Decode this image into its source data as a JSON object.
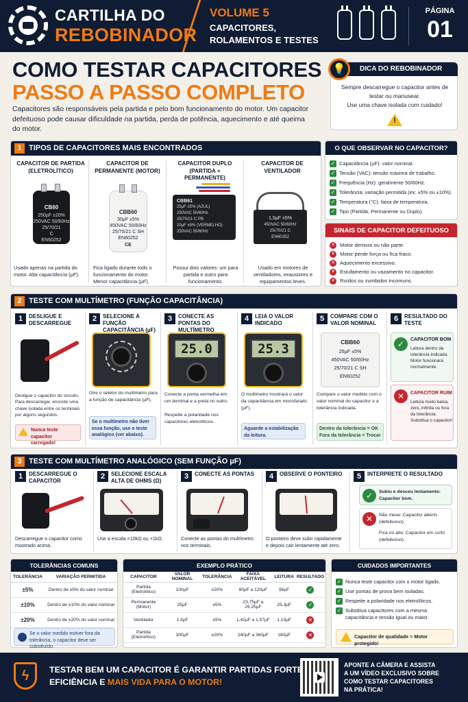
{
  "header": {
    "brand_line1": "CARTILHA DO",
    "brand_line2": "REBOBINADOR",
    "volume": "VOLUME 5",
    "subject_line1": "CAPACITORES,",
    "subject_line2": "ROLAMENTOS E TESTES",
    "page_label": "PÁGINA",
    "page_number": "01"
  },
  "title": {
    "line1": "COMO TESTAR CAPACITORES",
    "line2": "PASSO A PASSO COMPLETO"
  },
  "intro": "Capacitores são responsáveis pela partida e pelo bom funcionamento do motor. Um capacitor defeituoso pode causar dificuldade na partida, perda de potência, aquecimento e até queima do motor.",
  "tip": {
    "title": "DICA DO REBOBINADOR",
    "text1": "Sempre descarregue o capacitor antes de testar ou manusear.",
    "text2": "Use uma chave isolada com cuidado!"
  },
  "section1": {
    "num": "1",
    "title": "TIPOS DE CAPACITORES MAIS ENCONTRADOS",
    "columns": [
      {
        "title": "CAPACITOR DE PARTIDA (ELETROLÍTICO)",
        "label": [
          "CB60",
          "250µF ±20%",
          "250VAC 50/60Hz",
          "25/70/21",
          "C",
          "EN60252"
        ],
        "desc": "Usado apenas na partida do motor. Alta capacitância (µF)."
      },
      {
        "title": "CAPACITOR DE PERMANENTE (MOTOR)",
        "label": [
          "CBB60",
          "30µF ±5%",
          "450VAC 50/60Hz",
          "25/70/21 C SH",
          "EN60252",
          "CE"
        ],
        "desc": "Fica ligado durante todo o funcionamento do motor. Menor capacitância (µF)."
      },
      {
        "title": "CAPACITOR DUPLO (PARTIDA + PERMANENTE)",
        "label": [
          "CBB61",
          "25µF ±5% (AZUL)",
          "250VAC 50/60Hz",
          "25/70/21 C PB",
          "20µF ±5% (VERMELHO)",
          "250VAC 50/60Hz"
        ],
        "desc": "Possui dois valores: um para partida e outro para funcionamento."
      },
      {
        "title": "CAPACITOR DE VENTILADOR",
        "label": [
          "1,5µF ±5%",
          "450VAC 50/60Hz",
          "25/70/21 C",
          "EN60252"
        ],
        "desc": "Usado em motores de ventiladores, exaustores e equipamentos leves."
      }
    ]
  },
  "observe": {
    "title": "O QUE OBSERVAR NO CAPACITOR?",
    "items": [
      "Capacitância (µF): valor nominal.",
      "Tensão (VAC): tensão máxima de trabalho.",
      "Frequência (Hz): geralmente 50/60Hz.",
      "Tolerância: variação permitida (ex: ±5% ou ±10%).",
      "Temperatura (°C): faixa de temperatura.",
      "Tipo (Partida, Permanente ou Duplo)."
    ]
  },
  "signs": {
    "title": "SINAIS DE CAPACITOR DEFEITUOSO",
    "items": [
      "Motor demora ou não parte.",
      "Motor perde força ou fica fraco.",
      "Aquecimento excessivo.",
      "Estufamento ou vazamento no capacitor.",
      "Ruídos ou zumbidos incomuns."
    ]
  },
  "section2": {
    "num": "2",
    "title": "TESTE COM MULTÍMETRO (FUNÇÃO CAPACITÂNCIA)",
    "steps": [
      {
        "n": "1",
        "title": "DESLIGUE E DESCARREGUE",
        "desc": "Desligue o capacitor do circuito. Para descarregar, encoste uma chave isolada entre os terminais por alguns segundos.",
        "note": "Nunca teste capacitor carregado!"
      },
      {
        "n": "2",
        "title": "SELECIONE A FUNÇÃO CAPACITÂNCIA (µF)",
        "desc": "Gire o seletor do multímetro para a função de capacitância (µF).",
        "note": "Se o multímetro não tiver essa função, use o teste analógico (ver abaixo)."
      },
      {
        "n": "3",
        "title": "CONECTE AS PONTAS DO MULTÍMETRO",
        "desc": "Conecte a ponta vermelha em um terminal e a preta no outro.",
        "desc2": "Respeite a polaridade nos capacitores eletrolíticos.",
        "display": "25.0"
      },
      {
        "n": "4",
        "title": "LEIA O VALOR INDICADO",
        "desc": "O multímetro mostrará o valor da capacitância em microfarads (µF).",
        "note": "Aguarde a estabilização da leitura.",
        "display": "25.3"
      },
      {
        "n": "5",
        "title": "COMPARE COM O VALOR NOMINAL",
        "desc": "Compare o valor medido com o valor nominal do capacitor e a tolerância indicada.",
        "label": [
          "CBB60",
          "25µF ±5%",
          "450VAC 50/60Hz",
          "25/70/21 C SH",
          "EN60252"
        ],
        "note1": "Dentro da tolerância = OK",
        "note2": "Fora da tolerância = Trocar"
      },
      {
        "n": "6",
        "title": "RESULTADO DO TESTE",
        "good_title": "CAPACITOR BOM",
        "good_desc": "Leitura dentro da tolerância indicada. Motor funcionará normalmente.",
        "bad_title": "CAPACITOR RUIM",
        "bad_desc": "Leitura muito baixa, zero, infinita ou fora da tolerância. Substitua o capacitor!"
      }
    ]
  },
  "section3": {
    "num": "3",
    "title": "TESTE COM MULTÍMETRO ANALÓGICO (SEM FUNÇÃO µF)",
    "steps": [
      {
        "n": "1",
        "title": "DESCARREGUE O CAPACITOR",
        "desc": "Descarregue o capacitor como mostrado acima."
      },
      {
        "n": "2",
        "title": "SELECIONE ESCALA ALTA DE OHMS (Ω)",
        "desc": "Use a escala ×10kΩ ou ×1kΩ."
      },
      {
        "n": "3",
        "title": "CONECTE AS PONTAS",
        "desc": "Conecte as pontas do multímetro nos terminais."
      },
      {
        "n": "4",
        "title": "OBSERVE O PONTEIRO",
        "desc": "O ponteiro deve subir rapidamente e depois cair lentamente até zero."
      },
      {
        "n": "5",
        "title": "INTERPRETE O RESULTADO",
        "r1": "Subiu e desceu lentamente: Capacitor bom.",
        "r2a": "Não mexe: Capacitor aberto (defeituoso).",
        "r2b": "Fica no alto: Capacitor em curto (defeituoso)."
      }
    ]
  },
  "tolerances": {
    "title": "TOLERÂNCIAS COMUNS",
    "headers": [
      "TOLERÂNCIA",
      "VARIAÇÃO PERMITIDA"
    ],
    "rows": [
      [
        "±5%",
        "Dentro de ±5% do valor nominal"
      ],
      [
        "±10%",
        "Dentro de ±10% do valor nominal"
      ],
      [
        "±20%",
        "Dentro de ±20% do valor nominal"
      ]
    ],
    "note": "Se o valor medido estiver fora da tolerância, o capacitor deve ser substituído."
  },
  "example": {
    "title": "EXEMPLO PRÁTICO",
    "headers": [
      "CAPACITOR",
      "VALOR NOMINAL",
      "TOLERÂNCIA",
      "FAIXA ACEITÁVEL",
      "LEITURA",
      "RESULTADO"
    ],
    "rows": [
      [
        "Partida (Eletrolítico)",
        "100µF",
        "±20%",
        "80µF a 120µF",
        "96µF",
        "ok"
      ],
      [
        "Permanente (Motor)",
        "25µF",
        "±5%",
        "23,75µF a 26,25µF",
        "25,3µF",
        "ok"
      ],
      [
        "Ventilador",
        "1,5µF",
        "±5%",
        "1,42µF a 1,57µF",
        "1,10µF",
        "bad"
      ],
      [
        "Partida (Eletrolítico)",
        "300µF",
        "±20%",
        "240µF a 360µF",
        "180µF",
        "bad"
      ]
    ]
  },
  "care": {
    "title": "CUIDADOS IMPORTANTES",
    "items": [
      "Nunca teste capacitor com o motor ligado.",
      "Use pontas de prova bem isoladas.",
      "Respeite a polaridade nos eletrolíticos.",
      "Substitua capacitores com a mesma capacitância e tensão igual ou maior."
    ],
    "note": "Capacitor de qualidade = Motor protegido!"
  },
  "footer": {
    "line1": "TESTAR BEM UM CAPACITOR É GARANTIR PARTIDAS FORTES,",
    "line2a": "EFICIÊNCIA E ",
    "line2b": "MAIS VIDA PARA O MOTOR!",
    "qr1": "APONTE A CÂMERA E ASSISTA",
    "qr2": "A UM VÍDEO EXCLUSIVO SOBRE",
    "qr3": "COMO TESTAR CAPACITORES",
    "qr4": "NA PRÁTICA!"
  },
  "colors": {
    "navy": "#0f1c33",
    "orange": "#f07a12",
    "green": "#2a8a3e",
    "red": "#c4262e"
  }
}
